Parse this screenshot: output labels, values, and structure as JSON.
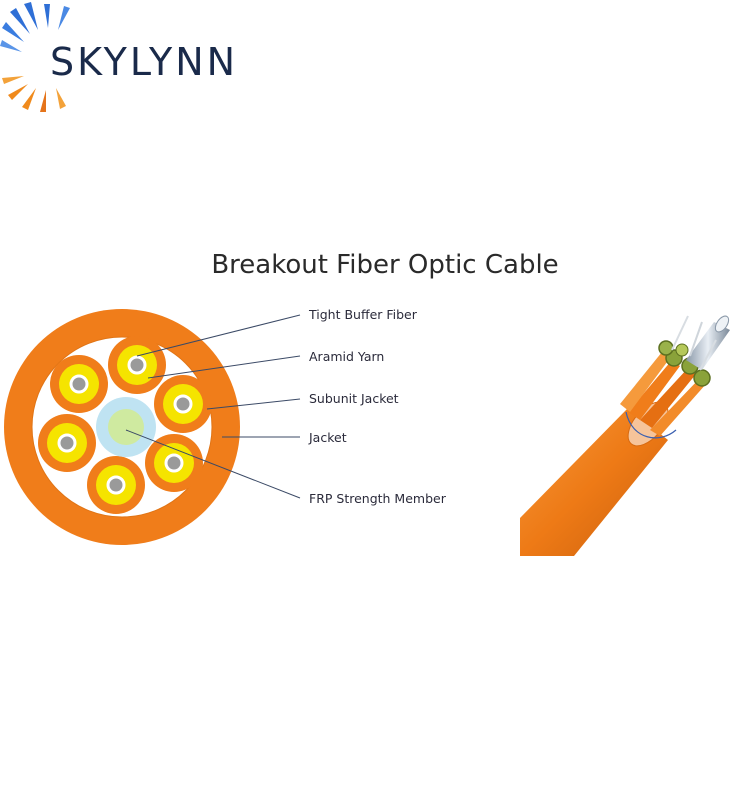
{
  "brand": {
    "name": "SKYLYNN",
    "logo_icon": "sunburst-logo-icon",
    "colors": {
      "blue": "#2f6fd6",
      "orange": "#f08a1c",
      "text": "#1a2a4a"
    }
  },
  "diagram": {
    "title": "Breakout Fiber Optic Cable",
    "labels": [
      "Tight Buffer Fiber",
      "Aramid Yarn",
      "Subunit Jacket",
      "Jacket",
      "FRP Strength Member"
    ],
    "colors": {
      "jacket": "#f07d1a",
      "jacket_dark": "#c75f0e",
      "aramid": "#fff7cc",
      "buffer": "#f5e400",
      "fiber": "#9a9a9a",
      "frp": "#cfeaa0",
      "frp_ring": "#bfe3f2"
    }
  }
}
